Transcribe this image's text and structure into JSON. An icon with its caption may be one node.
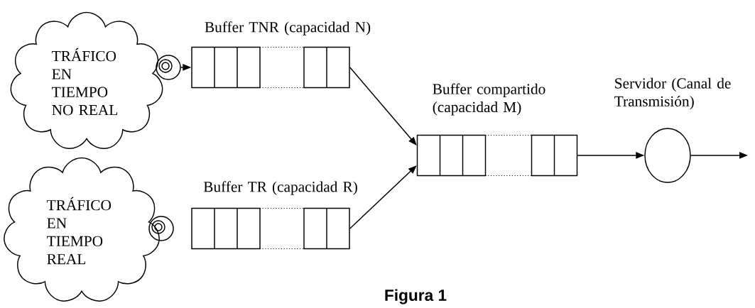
{
  "diagram": {
    "caption": "Figura 1",
    "nodes": [
      {
        "text": [
          "TRÁFICO EN TIEMPO NO REAL"
        ]
      },
      {
        "text": [],
        "shape": "circle"
      },
      {
        "text": [
          "Buffer TNR (capacidad N)"
        ]
      },
      {
        "text": [
          "TRÁFICO EN TIEMPO REAL"
        ]
      },
      {
        "text": [],
        "shape": "circle"
      },
      {
        "text": [
          "Buffer TR (capacidad R)"
        ]
      },
      {
        "text": [
          "Buffer compartido (capacidad M)"
        ]
      },
      {
        "text": [
          "Servidor (Canal de Transmisión)"
        ]
      }
    ],
    "edges": [
      {
        "from": 1,
        "to": 2,
        "arrow": "to"
      },
      {
        "from": 2,
        "to": 6,
        "arrow": "to"
      },
      {
        "from": 5,
        "to": 6,
        "arrow": "to"
      },
      {
        "from": 6,
        "to": 7,
        "arrow": "to"
      },
      {
        "from": 7,
        "to": null,
        "arrow": "to"
      }
    ]
  }
}
